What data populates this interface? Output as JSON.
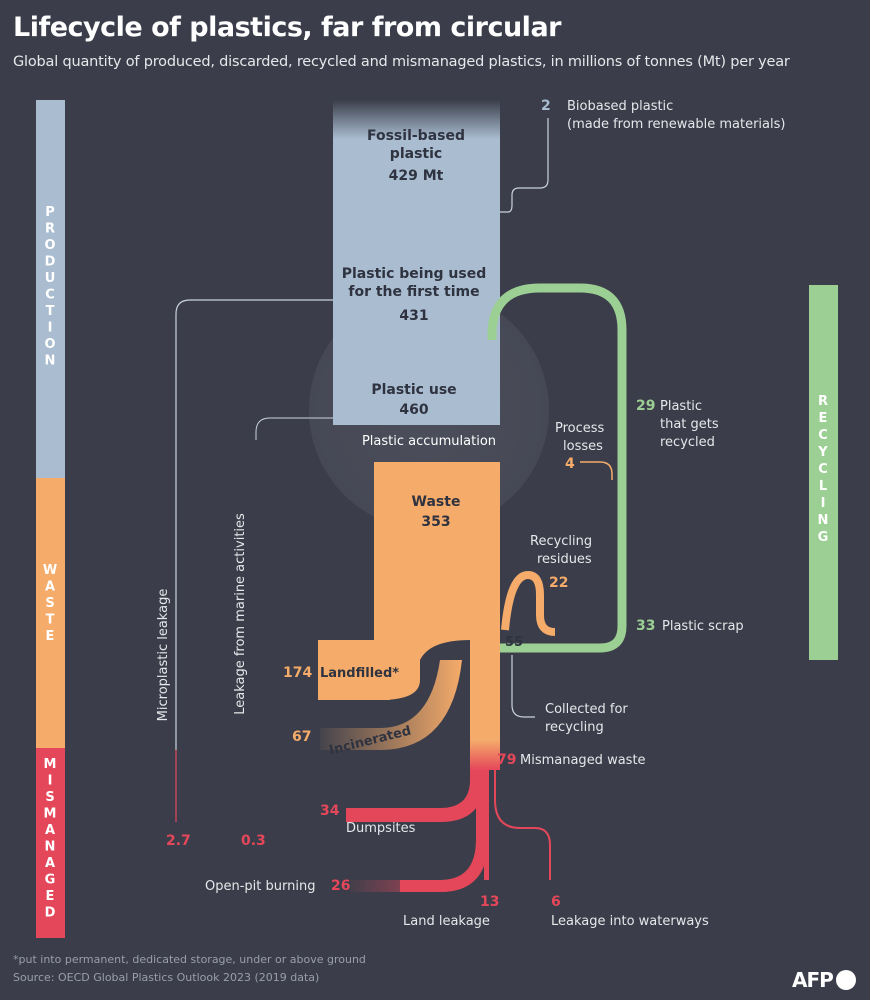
{
  "header": {
    "title": "Lifecycle of plastics, far from circular",
    "subtitle": "Global quantity of produced, discarded, recycled and mismanaged plastics, in millions of tonnes (Mt) per year"
  },
  "sidebars": {
    "production": "PRODUCTION",
    "waste": "WASTE",
    "mismanaged": "MISMANAGED",
    "recycling": "RECYCLING"
  },
  "nodes": {
    "fossil": {
      "label_line1": "Fossil-based",
      "label_line2": "plastic",
      "value": "429 Mt"
    },
    "first_use": {
      "label_line1": "Plastic being used",
      "label_line2": "for the first time",
      "value": "431"
    },
    "use": {
      "label": "Plastic use",
      "value": "460"
    },
    "accumulation": {
      "label": "Plastic accumulation"
    },
    "waste": {
      "label": "Waste",
      "value": "353"
    }
  },
  "flows": {
    "biobased": {
      "value": "2",
      "label_line1": "Biobased plastic",
      "label_line2": "(made from renewable materials)"
    },
    "recycled": {
      "value": "29",
      "label_line1": "Plastic",
      "label_line2": "that gets",
      "label_line3": "recycled"
    },
    "process_losses": {
      "label_line1": "Process",
      "label_line2": "losses",
      "value": "4"
    },
    "recycling_residues": {
      "label_line1": "Recycling",
      "label_line2": "residues",
      "value": "22"
    },
    "plastic_scrap": {
      "value": "33",
      "label": "Plastic scrap"
    },
    "collected": {
      "value": "55",
      "label_line1": "Collected for",
      "label_line2": "recycling"
    },
    "landfilled": {
      "value": "174",
      "label": "Landfilled*"
    },
    "incinerated": {
      "value": "67",
      "label": "Incinerated"
    },
    "mismanaged": {
      "value": "79",
      "label": "Mismanaged waste"
    },
    "dumpsites": {
      "value": "34",
      "label": "Dumpsites"
    },
    "open_burning": {
      "value": "26",
      "label": "Open-pit burning"
    },
    "land_leakage": {
      "value": "13",
      "label": "Land leakage"
    },
    "waterways": {
      "value": "6",
      "label": "Leakage into waterways"
    },
    "microplastic": {
      "value": "2.7",
      "label": "Microplastic leakage"
    },
    "marine": {
      "value": "0.3",
      "label": "Leakage from marine activities"
    }
  },
  "footer": {
    "footnote": "*put into permanent, dedicated storage, under or above ground",
    "source": "Source: OECD Global Plastics Outlook 2023 (2019 data)",
    "logo": "AFP"
  },
  "colors": {
    "background": "#3b3e4a",
    "production": "#a9bcd0",
    "waste": "#f5ab6a",
    "mismanaged": "#e5475a",
    "recycling": "#9ccf93"
  }
}
